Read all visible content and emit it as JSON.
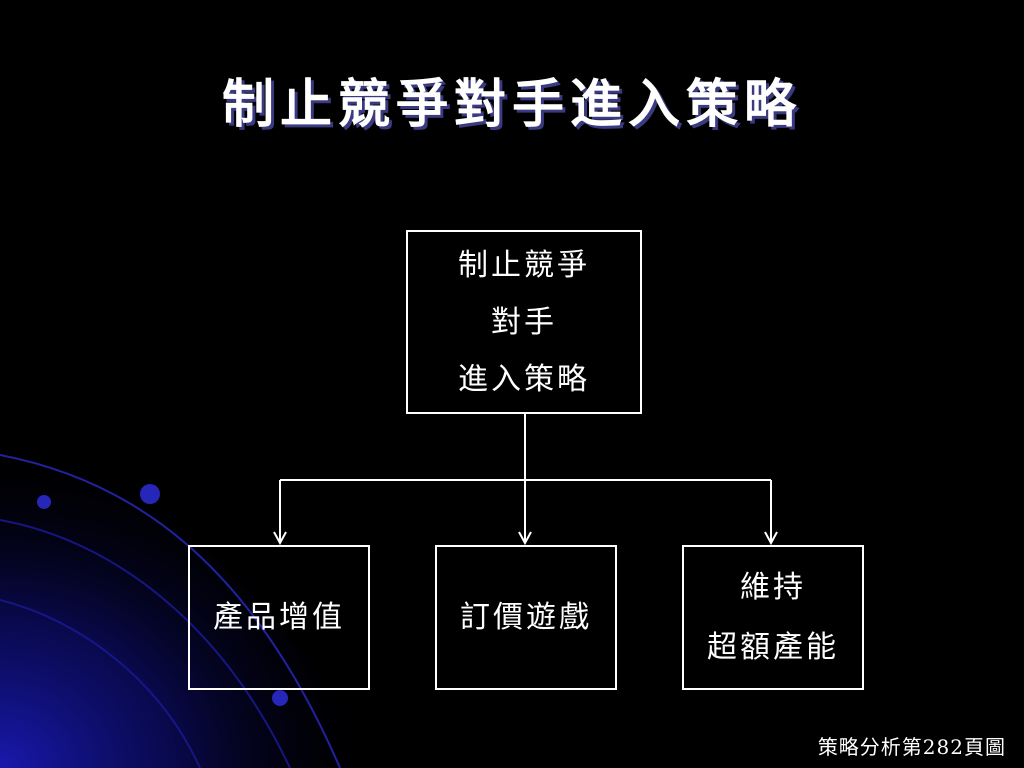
{
  "colors": {
    "background": "#000000",
    "text": "#ffffff",
    "title_shadow": "#3a3a80",
    "decor_blue": "#1a1aa0",
    "connector": "#ffffff"
  },
  "slide": {
    "title": "制止競爭對手進入策略"
  },
  "diagram": {
    "root": {
      "lines": [
        "制止競爭",
        "對手",
        "進入策略"
      ]
    },
    "children": [
      {
        "lines": [
          "產品增值"
        ]
      },
      {
        "lines": [
          "訂價遊戲"
        ]
      },
      {
        "lines": [
          "維持",
          "超額產能"
        ]
      }
    ]
  },
  "footer": {
    "caption": "策略分析第282頁圖"
  }
}
